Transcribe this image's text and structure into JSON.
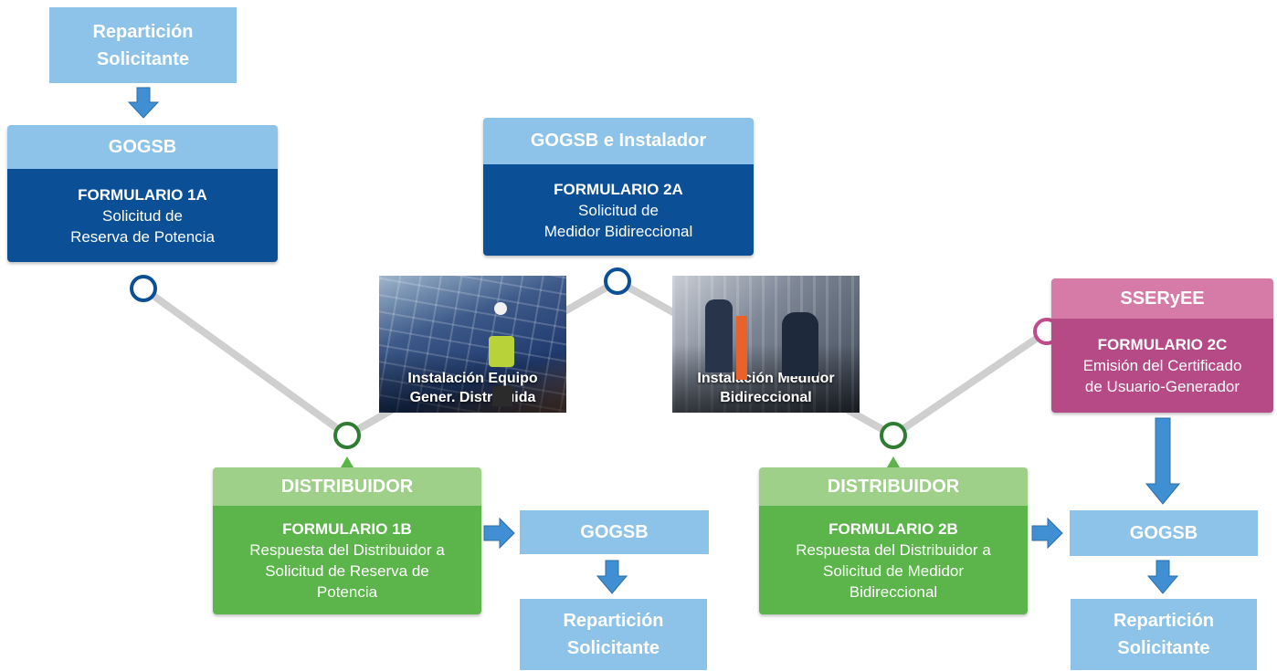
{
  "top": {
    "reparticion_label": "Repartición\nSolicitante",
    "gogsb_label": "GOGSB",
    "formulario_1a": {
      "title": "FORMULARIO 1A",
      "desc": "Solicitud de\nReserva de Potencia"
    }
  },
  "center": {
    "header": "GOGSB e Instalador",
    "formulario_2a": {
      "title": "FORMULARIO 2A",
      "desc": "Solicitud de\nMedidor Bidireccional"
    }
  },
  "right": {
    "header": "SSERyEE",
    "formulario_2c": {
      "title": "FORMULARIO 2C",
      "desc": "Emisión del Certificado\nde Usuario-Generador"
    }
  },
  "photos": {
    "installation_equipment": "Instalación Equipo\nGener. Distribuida",
    "installation_meter": "Instalación Medidor\nBidireccional"
  },
  "bottom_left": {
    "header": "DISTRIBUIDOR",
    "formulario_1b": {
      "title": "FORMULARIO 1B",
      "desc": "Respuesta del Distribuidor a\nSolicitud de Reserva de\nPotencia"
    },
    "gogsb_label": "GOGSB",
    "reparticion_label": "Repartición\nSolicitante"
  },
  "bottom_right": {
    "header": "DISTRIBUIDOR",
    "formulario_2b": {
      "title": "FORMULARIO 2B",
      "desc": "Respuesta del Distribuidor a\nSolicitud de Medidor\nBidireccional"
    },
    "gogsb_label": "GOGSB",
    "reparticion_label": "Repartición\nSolicitante"
  },
  "colors": {
    "light_blue": "#8dc3e8",
    "dark_blue": "#0b4f96",
    "green": "#5bb54a",
    "light_green": "#9fd08a",
    "magenta": "#b54a86",
    "arrow_blue": "#3f8fd2",
    "connector_gray": "#c8c8c8"
  }
}
